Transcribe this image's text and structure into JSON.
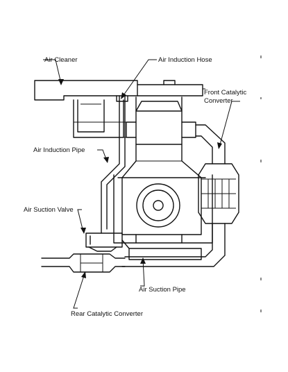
{
  "labels": {
    "air_cleaner": "Air Cleaner",
    "air_induction_hose": "Air Induction Hose",
    "front_catalytic_converter_line1": "Front Catalytic",
    "front_catalytic_converter_line2": "Converter",
    "air_induction_pipe": "Air Induction Pipe",
    "air_suction_valve": "Air Suction Valve",
    "air_suction_pipe": "Air Suction Pipe",
    "rear_catalytic_converter": "Rear Catalytic Converter"
  }
}
